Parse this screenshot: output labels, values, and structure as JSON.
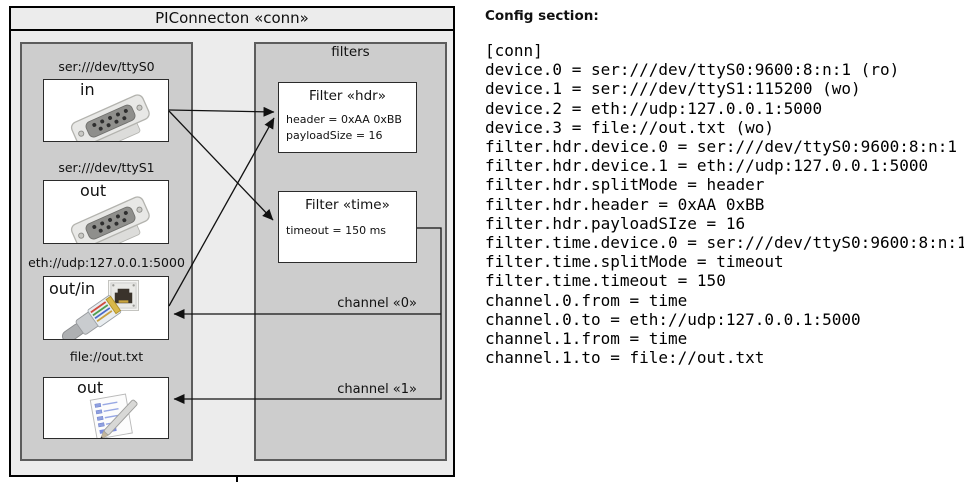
{
  "diagram": {
    "title": "PIConnecton «conn»",
    "devices_panel": {
      "devices": [
        {
          "label": "ser:///dev/ttyS0",
          "direction": "in",
          "icon": "serial-connector"
        },
        {
          "label": "ser:///dev/ttyS1",
          "direction": "out",
          "icon": "serial-connector"
        },
        {
          "label": "eth://udp:127.0.0.1:5000",
          "direction": "out/in",
          "icon": "ethernet-connector"
        },
        {
          "label": "file://out.txt",
          "direction": "out",
          "icon": "notepad-pen"
        }
      ]
    },
    "filters_panel": {
      "title": "filters",
      "filters": [
        {
          "title": "Filter «hdr»",
          "attributes": [
            "header = 0xAA 0xBB",
            "payloadSize = 16"
          ]
        },
        {
          "title": "Filter «time»",
          "attributes": [
            "timeout = 150 ms"
          ]
        }
      ]
    },
    "channels": [
      {
        "label": "channel «0»"
      },
      {
        "label": "channel «1»"
      }
    ]
  },
  "config": {
    "heading": "Config section:",
    "lines": [
      "[conn]",
      "device.0 = ser:///dev/ttyS0:9600:8:n:1 (ro)",
      "device.1 = ser:///dev/ttyS1:115200 (wo)",
      "device.2 = eth://udp:127.0.0.1:5000",
      "device.3 = file://out.txt (wo)",
      "filter.hdr.device.0 = ser:///dev/ttyS0:9600:8:n:1",
      "filter.hdr.device.1 = eth://udp:127.0.0.1:5000",
      "filter.hdr.splitMode = header",
      "filter.hdr.header = 0xAA 0xBB",
      "filter.hdr.payloadSIze = 16",
      "filter.time.device.0 = ser:///dev/ttyS0:9600:8:n:1",
      "filter.time.splitMode = timeout",
      "filter.time.timeout = 150",
      "channel.0.from = time",
      "channel.0.to = eth://udp:127.0.0.1:5000",
      "channel.1.from = time",
      "channel.1.to = file://out.txt"
    ]
  },
  "palette": {
    "outer_fill": "#ececec",
    "panel_fill": "#cdcdcd",
    "box_fill": "#ffffff",
    "line_color": "#111111"
  }
}
